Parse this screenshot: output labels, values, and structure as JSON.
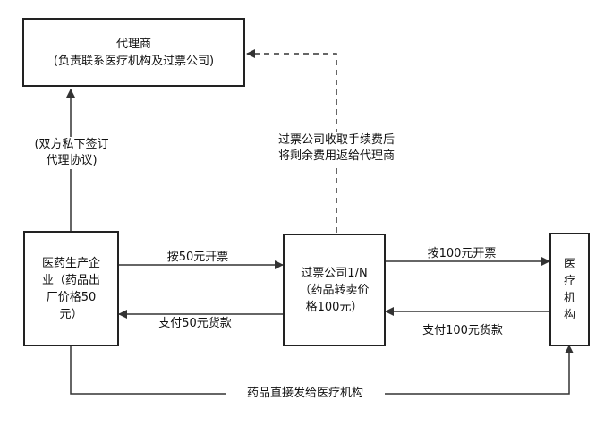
{
  "nodes": {
    "agent": "代理商\n(负责联系医疗机构及过票公司)",
    "manufacturer": "医药生产企\n业（药品出\n厂价格50\n元）",
    "ticket_company": "过票公司1/N\n（药品转卖价\n格100元）",
    "hospital": "医\n疗\n机\n构"
  },
  "edges": {
    "agreement": "(双方私下签订\n代理协议)",
    "fee_return": "过票公司收取手续费后\n将剩余费用返给代理商",
    "invoice_50": "按50元开票",
    "pay_50": "支付50元货款",
    "invoice_100": "按100元开票",
    "pay_100": "支付100元货款",
    "direct_ship": "药品直接发给医疗机构"
  },
  "colors": {
    "line": "#333333",
    "box_border": "#222222"
  }
}
